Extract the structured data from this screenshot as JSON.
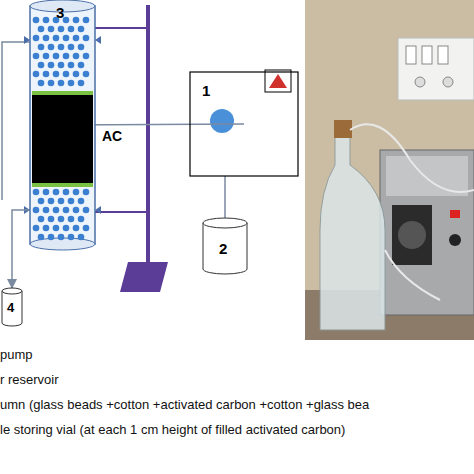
{
  "diagram": {
    "nodes": [
      {
        "text": [
          "3",
          "AC"
        ]
      },
      {
        "text": [
          "1"
        ]
      },
      {
        "text": [
          "2"
        ]
      },
      {
        "text": [
          "4"
        ]
      }
    ],
    "edges": [
      {
        "from": 2,
        "to": 1,
        "arrow": "none"
      },
      {
        "from": 1,
        "to": 0,
        "arrow": "none"
      },
      {
        "from": 0,
        "to": 3,
        "arrow": "to"
      }
    ],
    "labels": [
      "pump",
      "r reservoir",
      "umn (glass beads +cotton +activated carbon +cotton +glass bea",
      "le storing vial (at each 1 cm height of filled activated carbon)"
    ]
  }
}
